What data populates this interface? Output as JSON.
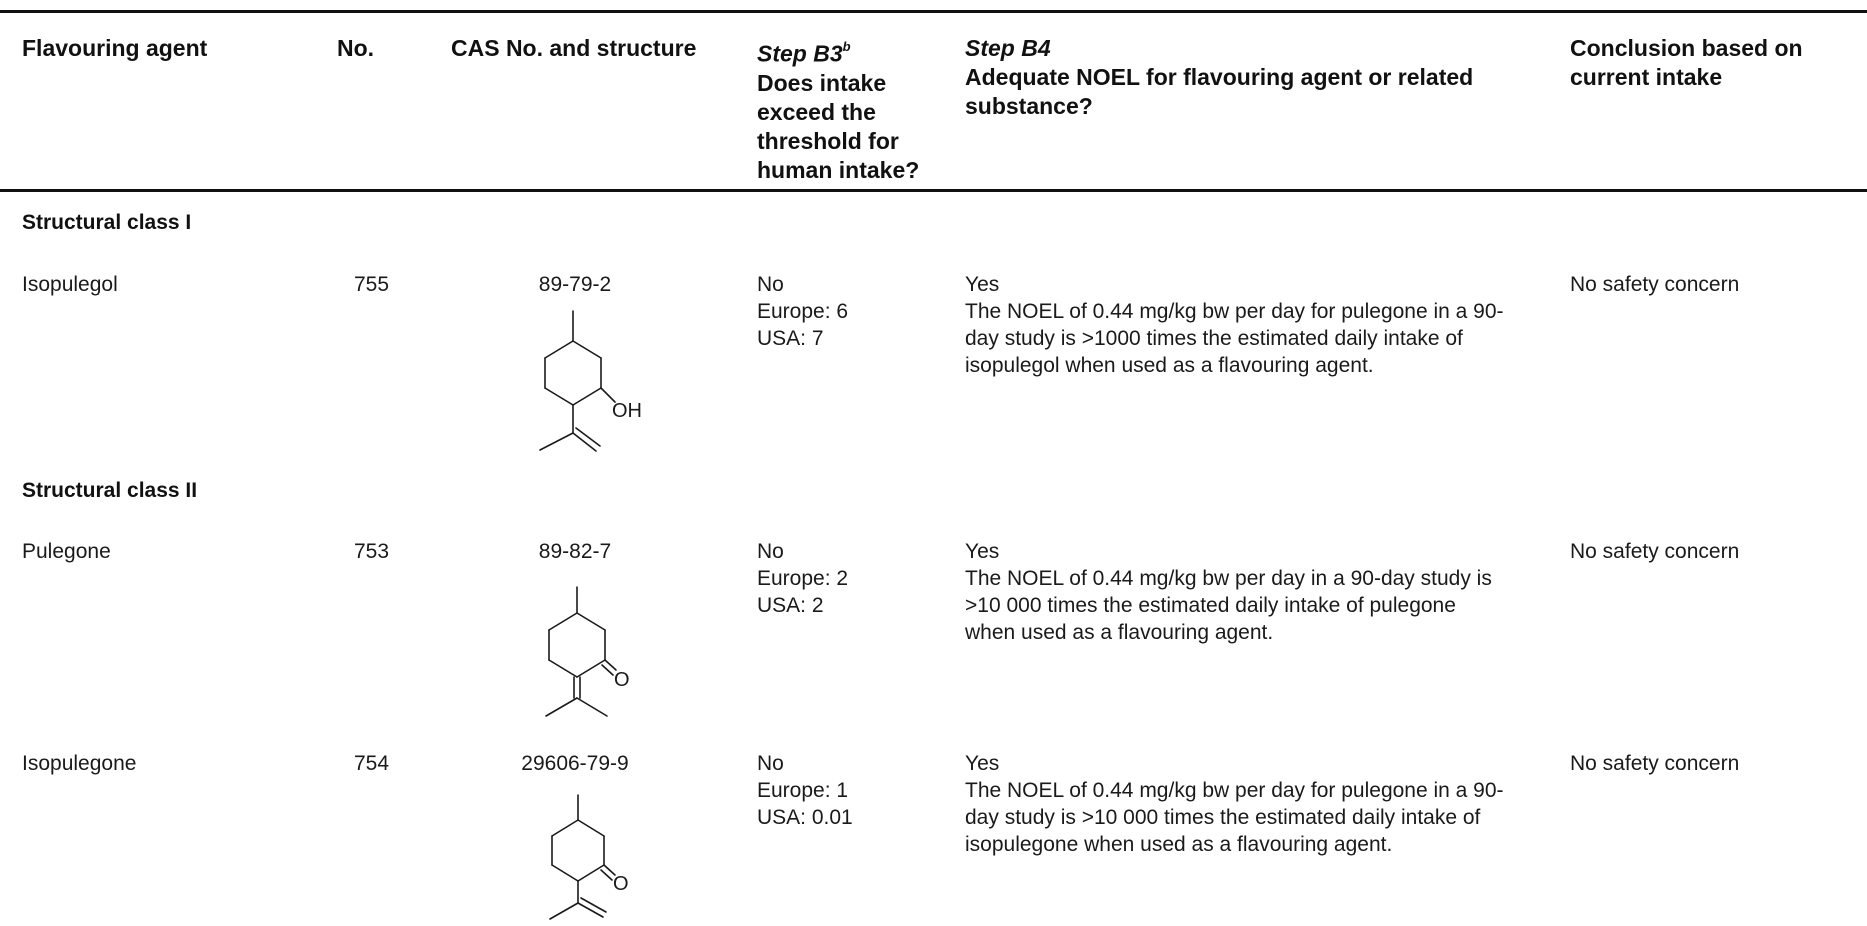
{
  "header": {
    "flavouring_agent": "Flavouring agent",
    "no": "No.",
    "cas": "CAS No. and structure",
    "step_b3_label": "Step B3",
    "step_b3_sup": "b",
    "step_b3_lines": [
      "Does intake",
      "exceed the",
      "threshold for",
      "human intake?"
    ],
    "step_b4_label": "Step B4",
    "step_b4_lines": [
      "Adequate NOEL for flavouring agent or related",
      "substance?"
    ],
    "conclusion_lines": [
      "Conclusion based on",
      "current intake"
    ]
  },
  "classes": {
    "class_i": "Structural class I",
    "class_ii": "Structural class II"
  },
  "rows": [
    {
      "agent": "Isopulegol",
      "no": "755",
      "cas": "89-79-2",
      "structure_label": "OH",
      "b3": [
        "No",
        "Europe: 6",
        "USA: 7"
      ],
      "b4": [
        "Yes",
        "The NOEL of 0.44 mg/kg bw per day for pulegone in a 90-",
        "day study is >1000 times the estimated daily intake of",
        "isopulegol when used as a flavouring agent."
      ],
      "conclusion": "No safety concern"
    },
    {
      "agent": "Pulegone",
      "no": "753",
      "cas": "89-82-7",
      "structure_label": "O",
      "b3": [
        "No",
        "Europe: 2",
        "USA: 2"
      ],
      "b4": [
        "Yes",
        "The NOEL of 0.44 mg/kg bw per day in a 90-day study is",
        ">10 000 times the estimated daily intake of pulegone",
        "when used as a flavouring agent."
      ],
      "conclusion": "No safety concern"
    },
    {
      "agent": "Isopulegone",
      "no": "754",
      "cas": "29606-79-9",
      "structure_label": "O",
      "b3": [
        "No",
        "Europe: 1",
        "USA: 0.01"
      ],
      "b4": [
        "Yes",
        "The NOEL of 0.44 mg/kg bw per day for pulegone in a 90-",
        "day study is >10 000 times the estimated daily intake of",
        "isopulegone when used as a flavouring agent."
      ],
      "conclusion": "No safety concern"
    }
  ]
}
